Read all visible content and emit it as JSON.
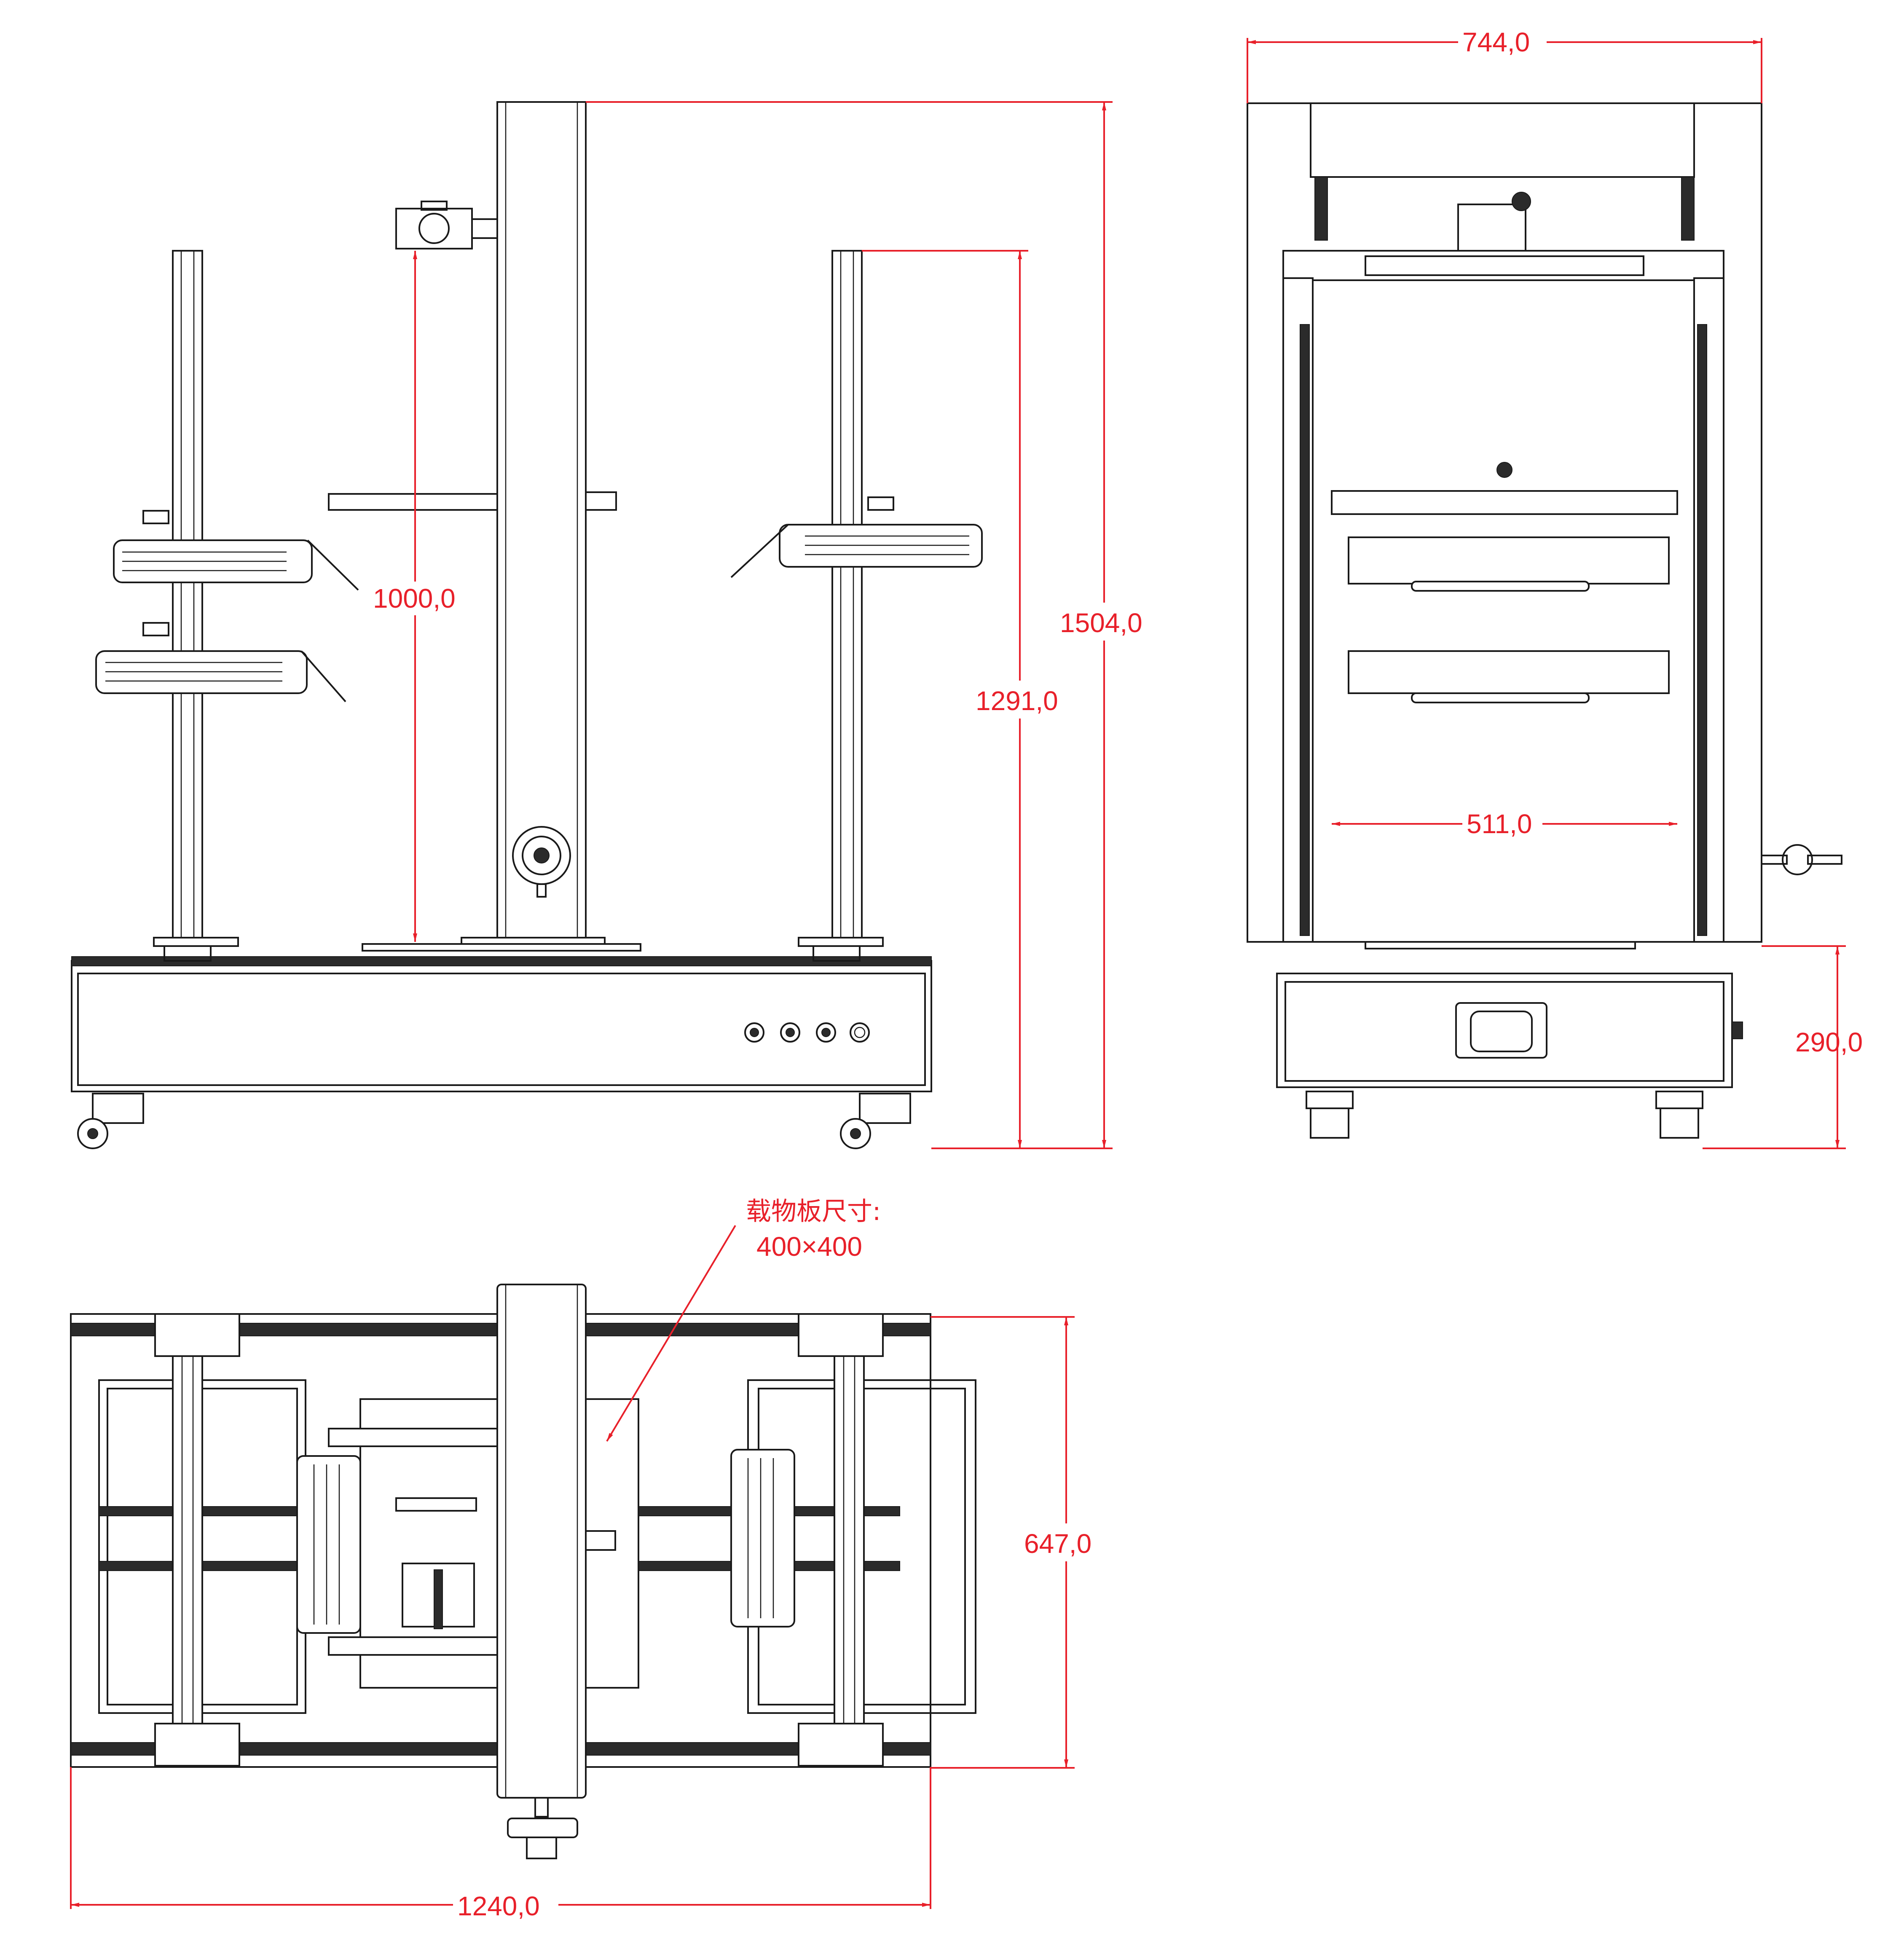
{
  "drawing": {
    "line_color": "#1a1a1a",
    "dimension_color": "#e8202a",
    "background": "#ffffff"
  },
  "dimensions": {
    "front_overall_height": "1504,0",
    "front_column_height": "1291,0",
    "front_travel": "1000,0",
    "side_overall_width": "744,0",
    "side_inner_width": "511,0",
    "side_base_height": "290,0",
    "top_depth": "647,0",
    "top_length": "1240,0"
  },
  "annotation": {
    "line1": "载物板尺寸:",
    "line2": "400×400"
  }
}
